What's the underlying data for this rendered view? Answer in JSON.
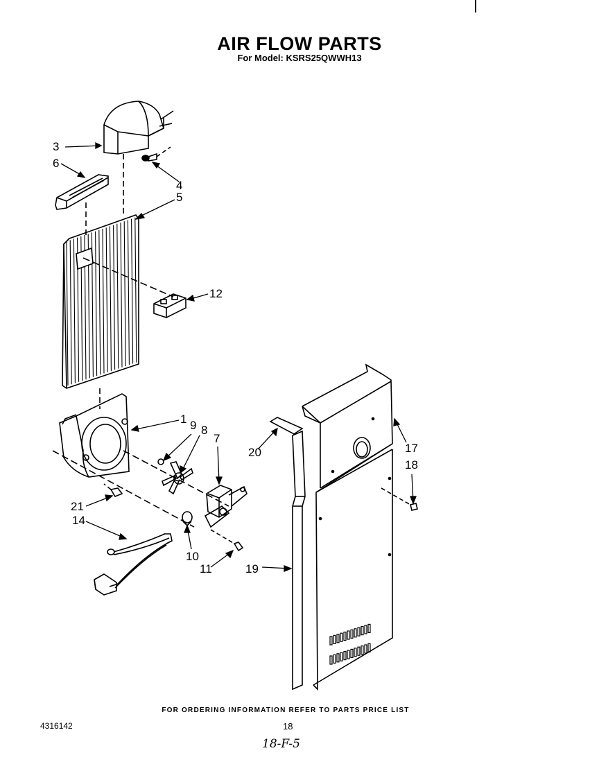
{
  "header": {
    "title": "AIR FLOW PARTS",
    "model_line": "For Model: KSRS25QWWH13"
  },
  "callouts": {
    "c1": "1",
    "c3": "3",
    "c4": "4",
    "c5": "5",
    "c6": "6",
    "c7": "7",
    "c8": "8",
    "c9": "9",
    "c10": "10",
    "c11": "11",
    "c12": "12",
    "c14": "14",
    "c17": "17",
    "c18": "18",
    "c19": "19",
    "c20": "20",
    "c21": "21"
  },
  "footer": {
    "ordering_note": "FOR ORDERING INFORMATION REFER TO PARTS PRICE LIST",
    "document_number": "4316142",
    "page_number": "18",
    "handwritten_note": "18-F-5"
  }
}
